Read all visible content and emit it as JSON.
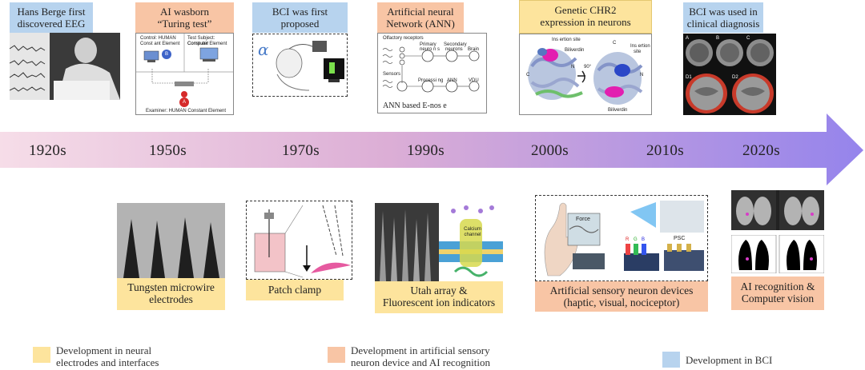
{
  "timeline": {
    "eras": [
      "1920s",
      "1950s",
      "1970s",
      "1990s",
      "2000s",
      "2010s",
      "2020s"
    ]
  },
  "top_events": [
    {
      "line1": "Hans Berge first",
      "line2": "discovered EEG",
      "category": "bci"
    },
    {
      "line1": "AI wasborn",
      "line2": "“Turing test”",
      "category": "sensory_ai"
    },
    {
      "line1": "BCI was first",
      "line2": "proposed",
      "category": "bci"
    },
    {
      "line1": "Artificial neural",
      "line2": "Network (ANN)",
      "category": "sensory_ai"
    },
    {
      "line1": "Genetic CHR2",
      "line2": "expression in neurons",
      "category": "electrodes"
    },
    {
      "line1": "BCI was used in",
      "line2": "clinical diagnosis",
      "category": "bci"
    }
  ],
  "bottom_events": [
    {
      "line1": "Tungsten microwire",
      "line2": "electrodes",
      "category": "electrodes"
    },
    {
      "line1": "Patch clamp",
      "line2": "",
      "category": "electrodes"
    },
    {
      "line1": "Utah array &",
      "line2": "Fluorescent ion indicators",
      "category": "electrodes"
    },
    {
      "line1": "Artificial sensory neuron devices",
      "line2": "(haptic, visual, nociceptor)",
      "category": "sensory_ai"
    },
    {
      "line1": "AI recognition &",
      "line2": "Computer vision",
      "category": "sensory_ai"
    }
  ],
  "figure_text": {
    "turing": {
      "control": "Control: HUMAN",
      "const": "Const ant Element",
      "test": "Test Subject: Computer",
      "const2": "Const ant Element",
      "examiner": "Examiner: HUMAN Constant Element",
      "a": "A",
      "b": "B"
    },
    "ann": {
      "olfactory": "Olfactory receptors",
      "primary": "Primary",
      "neurons": "neuro n s",
      "secondary": "Secondary",
      "neurons2": "neurons",
      "brain": "Brain",
      "sensors": "Sensors",
      "processing": "Processi ng",
      "ann": "ANN",
      "vdu": "VDU",
      "caption": "ANN based E-nos e"
    },
    "chr2": {
      "insertion1": "Ins ertion site",
      "bil1": "Biliverdin",
      "insertion2": "Ins ertion",
      "site2": "site",
      "n1": "N",
      "n2": "N",
      "c1": "C",
      "c2": "C",
      "deg": "90°",
      "bil2": "Biliverdin"
    },
    "clinical": {
      "a": "A",
      "b": "B",
      "c": "C",
      "d1": "D1",
      "d2": "D2"
    },
    "utah": {
      "channel": "Calcium channel"
    },
    "sensory": {
      "force": "Force",
      "rgb_r": "R",
      "rgb_g": "G",
      "rgb_b": "B",
      "psc": "PSC"
    }
  },
  "legend": {
    "electrodes": {
      "line1": "Development in neural",
      "line2": "electrodes and interfaces"
    },
    "sensory_ai": {
      "line1": "Development in artificial sensory",
      "line2": "neuron device and AI recognition"
    },
    "bci": {
      "line1": "Development in BCI",
      "line2": ""
    }
  },
  "colors": {
    "blue": "#b7d3ee",
    "orange": "#f8c5a5",
    "yellow": "#fde49d",
    "arrow_start": "#f3d6e3",
    "arrow_mid": "#d8a7d3",
    "arrow_end": "#9a86ea"
  }
}
